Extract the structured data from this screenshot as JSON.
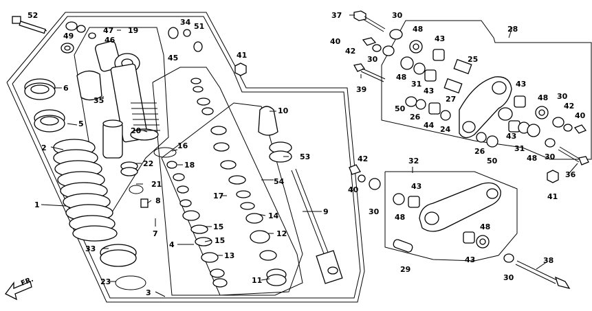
{
  "labels": {
    "l1": "1",
    "l2": "2",
    "l3": "3",
    "l4": "4",
    "l5": "5",
    "l6": "6",
    "l7": "7",
    "l8": "8",
    "l9": "9",
    "l10": "10",
    "l11": "11",
    "l12": "12",
    "l13": "13",
    "l14": "14",
    "l15a": "15",
    "l15b": "15",
    "l16": "16",
    "l17": "17",
    "l18": "18",
    "l19": "19",
    "l20": "20",
    "l21": "21",
    "l22": "22",
    "l23": "23",
    "l24": "24",
    "l25": "25",
    "l26a": "26",
    "l26b": "26",
    "l27": "27",
    "l28": "28",
    "l29": "29",
    "l30a": "30",
    "l30b": "30",
    "l30c": "30",
    "l30d": "30",
    "l30e": "30",
    "l30f": "30",
    "l31a": "31",
    "l31b": "31",
    "l32": "32",
    "l33": "33",
    "l34": "34",
    "l35": "35",
    "l36": "36",
    "l37": "37",
    "l38": "38",
    "l39": "39",
    "l40a": "40",
    "l40b": "40",
    "l40c": "40",
    "l41a": "41",
    "l41b": "41",
    "l42a": "42",
    "l42b": "42",
    "l42c": "42",
    "l43a": "43",
    "l43b": "43",
    "l43c": "43",
    "l43d": "43",
    "l43e": "43",
    "l43f": "43",
    "l44": "44",
    "l45": "45",
    "l46": "46",
    "l47": "47",
    "l48a": "48",
    "l48b": "48",
    "l48c": "48",
    "l48d": "48",
    "l48e": "48",
    "l48f": "48",
    "l49": "49",
    "l50a": "50",
    "l50b": "50",
    "l51": "51",
    "l52": "52",
    "l53": "53",
    "l54": "54"
  },
  "direction_arrow": {
    "text": "FR."
  },
  "colors": {
    "ink": "#000000",
    "paper": "#ffffff"
  }
}
